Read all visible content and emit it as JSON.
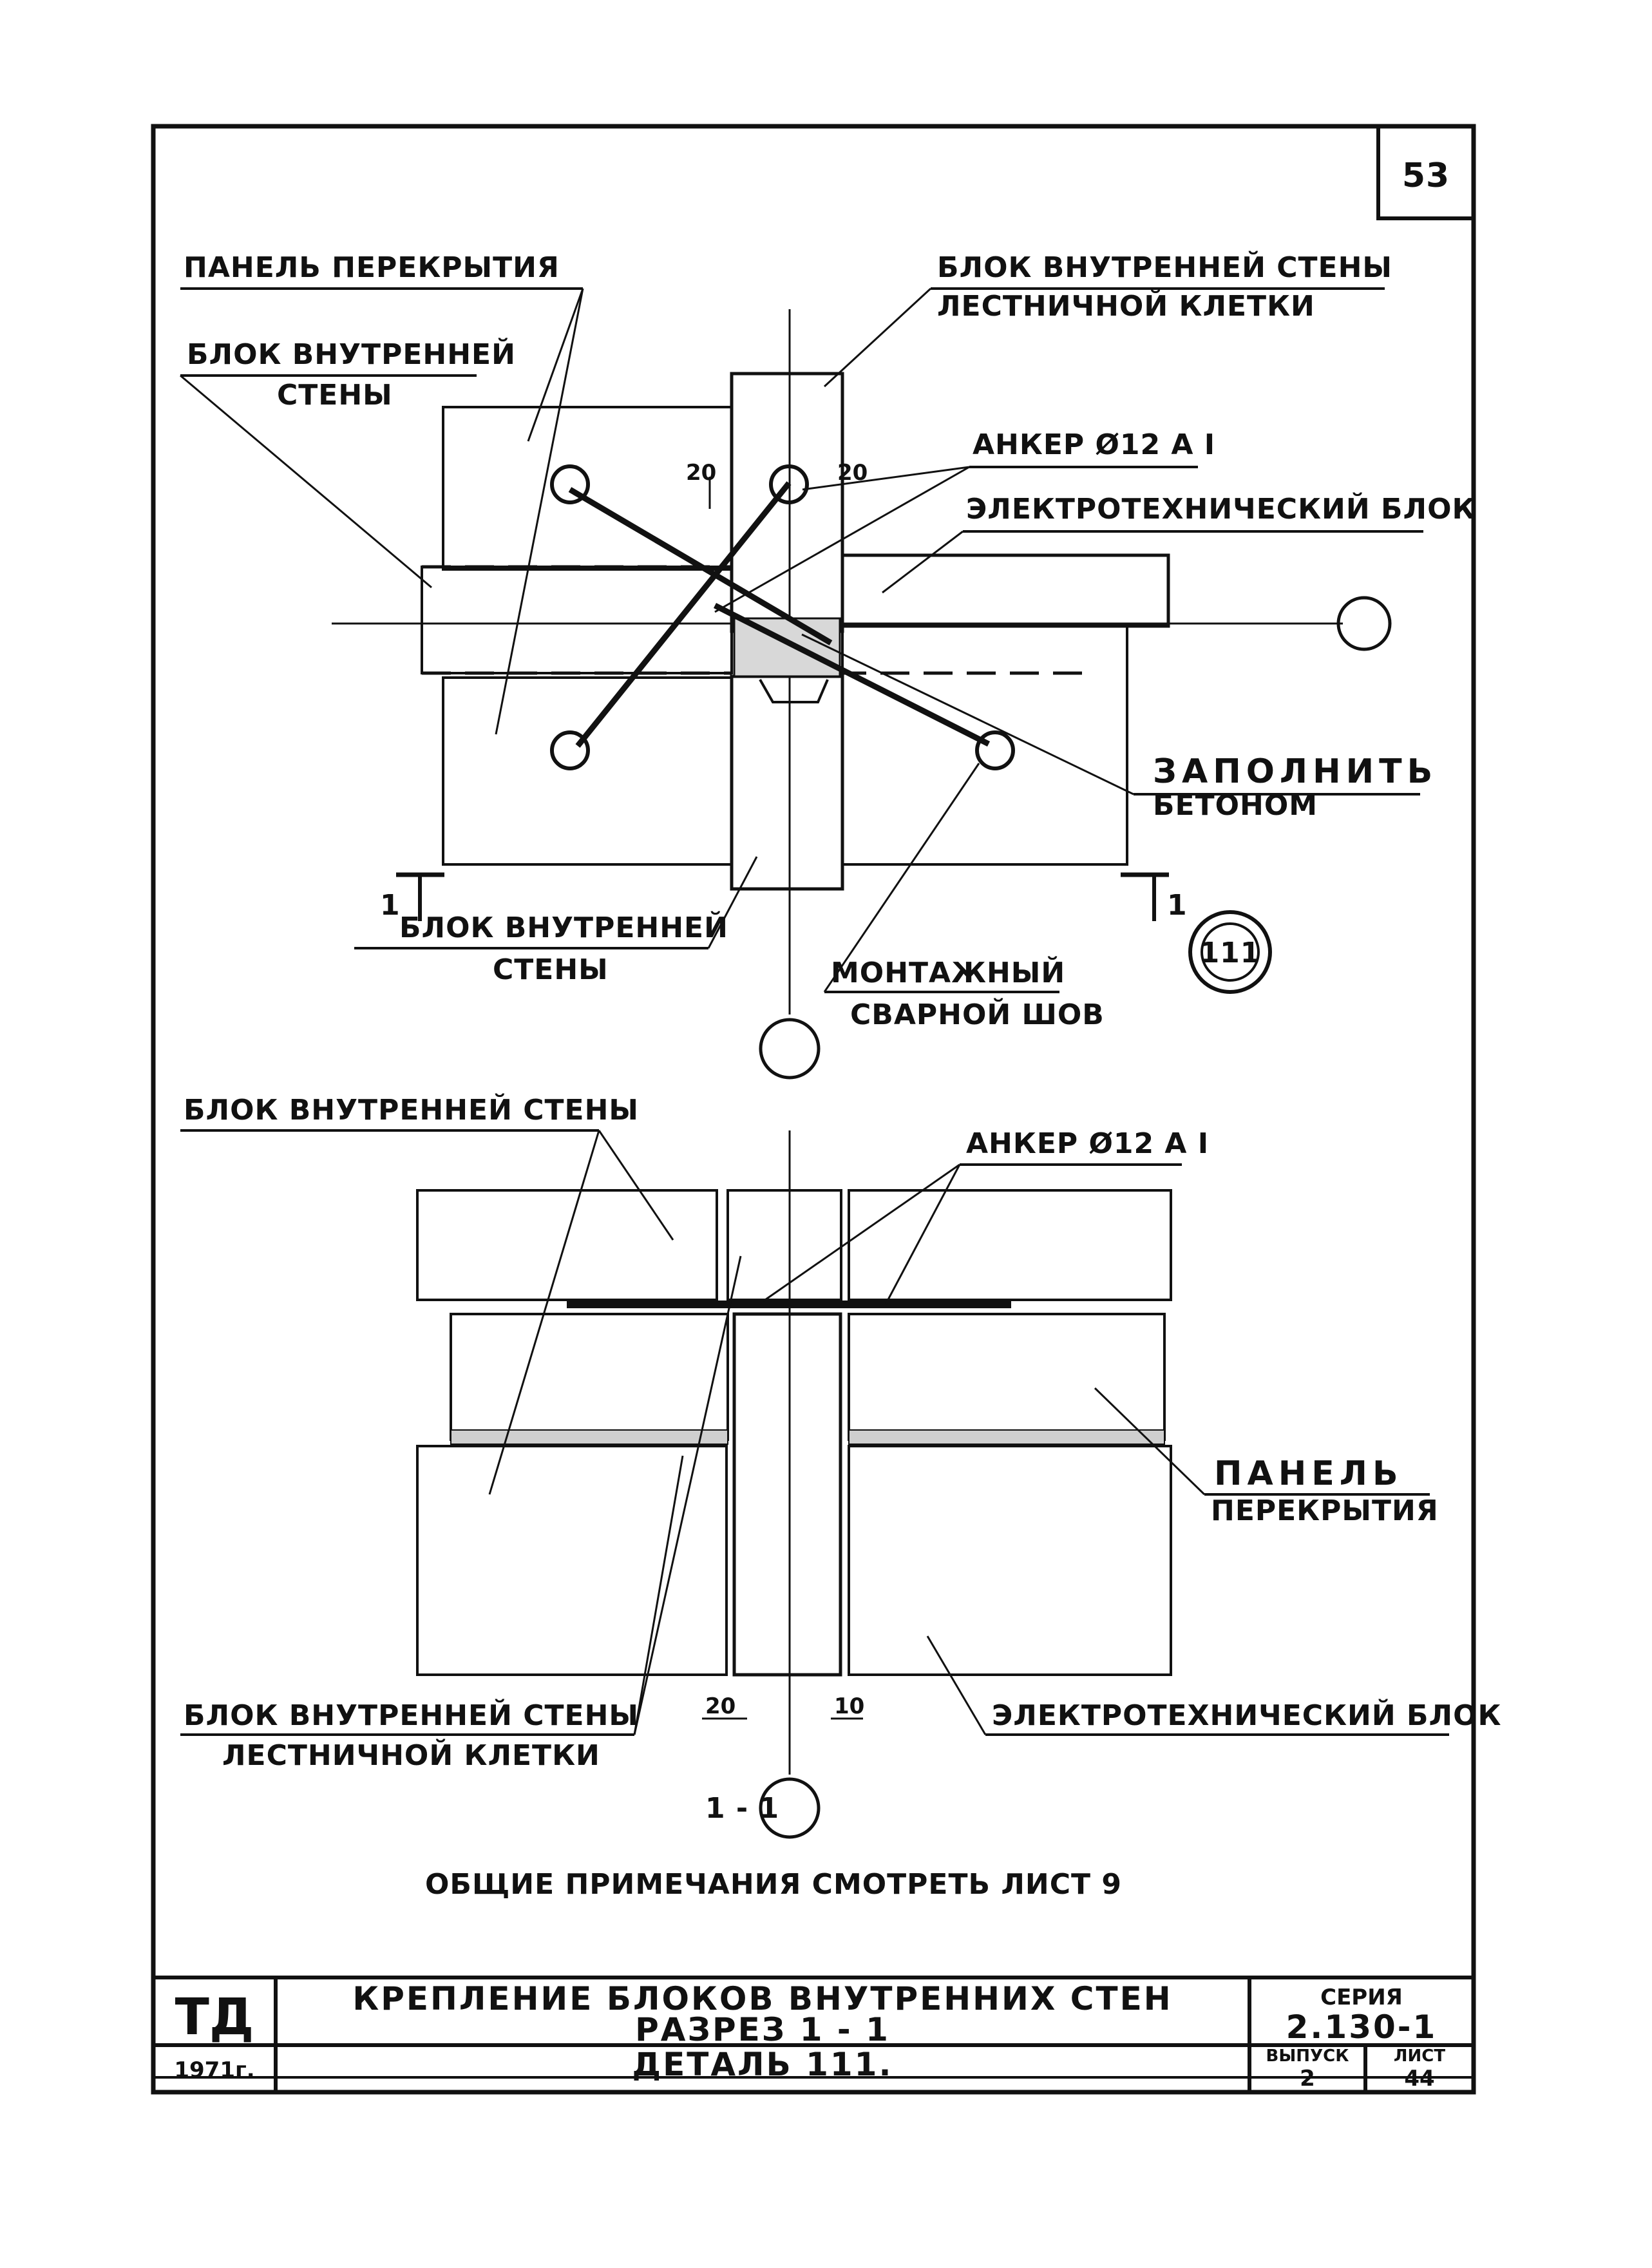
{
  "sheet_number": "53",
  "plan_view": {
    "labels": {
      "slab_panel": "ПАНЕЛЬ ПЕРЕКРЫТИЯ",
      "inner_wall_block_1": "БЛОК ВНУТРЕННЕЙ",
      "inner_wall_block_2": "СТЕНЫ",
      "stair_wall_block_1": "БЛОК ВНУТРЕННЕЙ СТЕНЫ",
      "stair_wall_block_2": "ЛЕСТНИЧНОЙ КЛЕТКИ",
      "anchor": "АНКЕР Ø12 А I",
      "electro_block": "ЭЛЕКТРОТЕХНИЧЕСКИЙ БЛОК",
      "fill_1": "ЗАПОЛНИТЬ",
      "fill_2": "БЕТОНОМ",
      "inner_wall_block_bottom_1": "БЛОК ВНУТРЕННЕЙ",
      "inner_wall_block_bottom_2": "СТЕНЫ",
      "weld_1": "МОНТАЖНЫЙ",
      "weld_2": "СВАРНОЙ ШОВ"
    },
    "dims": {
      "left": "20",
      "right": "20"
    },
    "section_marks": {
      "left": "1",
      "right": "1"
    },
    "detail_callout": "111"
  },
  "section_view": {
    "labels": {
      "inner_wall_block": "БЛОК ВНУТРЕННЕЙ СТЕНЫ",
      "anchor": "АНКЕР Ø12 А I",
      "slab_panel_1": "ПАНЕЛЬ",
      "slab_panel_2": "ПЕРЕКРЫТИЯ",
      "stair_wall_block_1": "БЛОК ВНУТРЕННЕЙ СТЕНЫ",
      "stair_wall_block_2": "ЛЕСТНИЧНОЙ КЛЕТКИ",
      "electro_block": "ЭЛЕКТРОТЕХНИЧЕСКИЙ БЛОК"
    },
    "dims": {
      "left": "20",
      "right": "10"
    },
    "section_title": "1 - 1"
  },
  "general_note": "ОБЩИЕ ПРИМЕЧАНИЯ СМОТРЕТЬ ЛИСТ 9",
  "title_block": {
    "org": "ТД",
    "year": "1971г.",
    "title_line1": "КРЕПЛЕНИЕ БЛОКОВ ВНУТРЕННИХ СТЕН",
    "title_line2": "РАЗРЕЗ 1 - 1",
    "title_line3": "ДЕТАЛЬ 111.",
    "series_label": "СЕРИЯ",
    "series_value": "2.130-1",
    "issue_label": "ВЫПУСК",
    "issue_value": "2",
    "sheet_label": "ЛИСТ",
    "sheet_value": "44"
  }
}
